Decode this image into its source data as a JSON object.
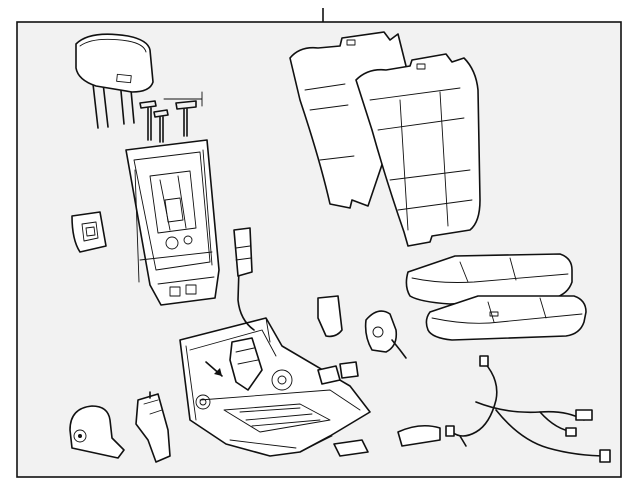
{
  "diagram": {
    "background": "#f2f2f2",
    "line_color": "#111111",
    "parts": [
      "headrest",
      "headrest-guide",
      "seat-back-frame",
      "seat-back-pad",
      "seat-back-cover",
      "seat-cushion-pad",
      "seat-cushion-cover",
      "recliner-handle",
      "seat-frame",
      "seat-motor",
      "side-shield",
      "wiring-harness"
    ]
  }
}
